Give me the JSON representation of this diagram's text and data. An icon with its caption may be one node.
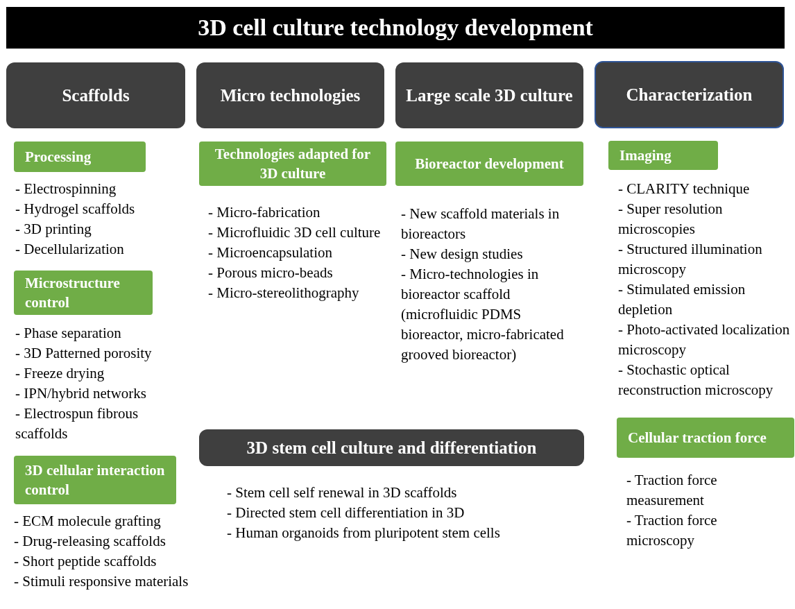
{
  "diagram": {
    "title": "3D cell culture technology development",
    "nodes": [
      {
        "text": [
          "Scaffolds"
        ]
      },
      {
        "text": [
          "Micro technologies"
        ]
      },
      {
        "text": [
          "Large scale 3D culture"
        ]
      },
      {
        "text": [
          "Characterization"
        ]
      },
      {
        "text": [
          "Processing"
        ],
        "beside": [
          "- Electrospinning",
          "- Hydrogel scaffolds",
          "- 3D printing",
          "- Decellularization"
        ]
      },
      {
        "text": [
          "Microstructure control"
        ],
        "beside": [
          "- Phase separation",
          "- 3D Patterned porosity",
          "- Freeze drying",
          "- IPN/hybrid networks",
          "- Electrospun fibrous scaffolds"
        ]
      },
      {
        "text": [
          "3D cellular interaction control"
        ],
        "beside": [
          "- ECM molecule grafting",
          "- Drug-releasing scaffolds",
          "- Short peptide scaffolds",
          "- Stimuli responsive materials"
        ]
      },
      {
        "text": [
          "Technologies adapted for 3D culture"
        ],
        "beside": [
          "- Micro-fabrication",
          "- Microfluidic 3D cell culture",
          "- Microencapsulation",
          "- Porous micro-beads",
          "- Micro-stereolithography"
        ]
      },
      {
        "text": [
          "Bioreactor development"
        ],
        "beside": [
          "- New scaffold materials in bioreactors",
          "- New design studies",
          "- Micro-technologies in bioreactor scaffold (microfluidic PDMS bioreactor, micro-fabricated grooved bioreactor)"
        ]
      },
      {
        "text": [
          "3D stem cell culture and differentiation"
        ],
        "beside": [
          "- Stem cell self renewal in 3D scaffolds",
          "- Directed stem cell differentiation in 3D",
          "- Human organoids from pluripotent stem cells"
        ]
      },
      {
        "text": [
          "Imaging"
        ],
        "beside": [
          "- CLARITY technique",
          "- Super resolution microscopies",
          "- Structured illumination microscopy",
          "- Stimulated emission depletion",
          "- Photo-activated localization microscopy",
          "- Stochastic optical reconstruction microscopy"
        ]
      },
      {
        "text": [
          "Cellular traction force"
        ],
        "beside": [
          "- Traction force measurement",
          "- Traction force microscopy"
        ]
      }
    ]
  }
}
